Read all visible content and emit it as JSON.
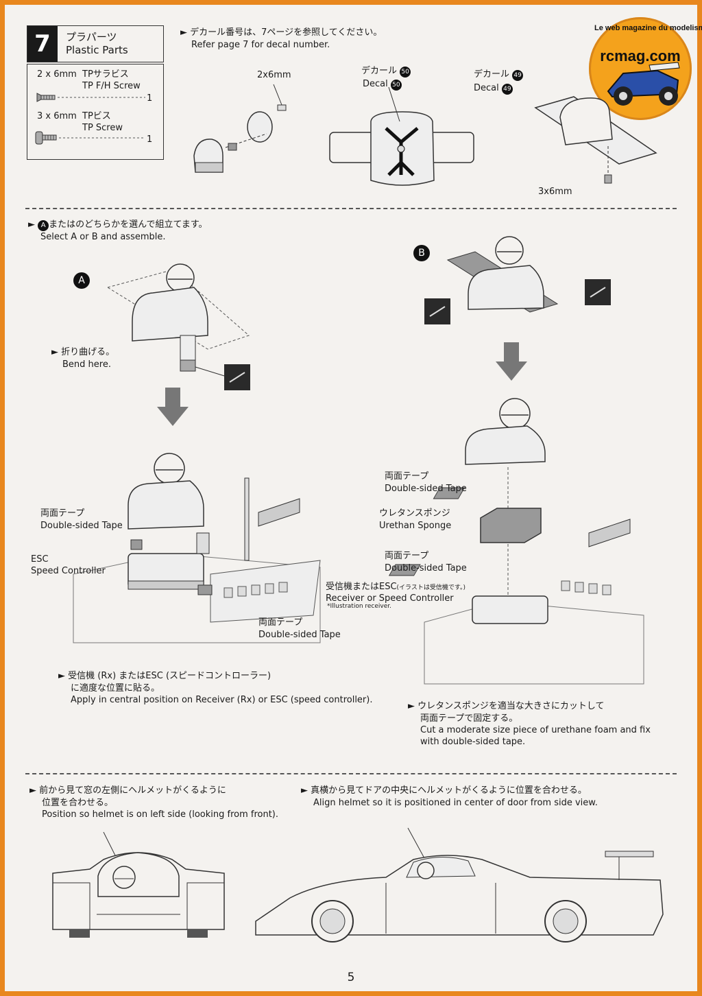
{
  "step": {
    "number": "7",
    "title_jp": "プラパーツ",
    "title_en": "Plastic Parts"
  },
  "screws": [
    {
      "size": "2 x 6mm",
      "name_jp": "TPサラビス",
      "name_en": "TP F/H Screw",
      "qty": "1"
    },
    {
      "size": "3 x 6mm",
      "name_jp": "TPビス",
      "name_en": "TP Screw",
      "qty": "1"
    }
  ],
  "decal_note": {
    "jp": "デカール番号は、7ページを参照してください。",
    "en": "Refer page 7 for decal number."
  },
  "labels": {
    "screw_2x6": "2x6mm",
    "screw_3x6": "3x6mm",
    "decal50_jp": "デカール",
    "decal50_en": "Decal",
    "decal50_num": "50",
    "decal49_jp": "デカール",
    "decal49_en": "Decal",
    "decal49_num": "49"
  },
  "select": {
    "jp": "またはのどちらかを選んで組立てます。",
    "en": "Select A or B and assemble.",
    "a": "A",
    "b": "B"
  },
  "bend": {
    "jp": "折り曲げる。",
    "en": "Bend here."
  },
  "tape_jp": "両面テープ",
  "tape_en": "Double-sided Tape",
  "esc": {
    "line1": "ESC",
    "line2": "Speed Controller"
  },
  "sponge": {
    "jp": "ウレタンスポンジ",
    "en": "Urethan Sponge"
  },
  "receiver": {
    "jp": "受信機またはESC",
    "jp_small": "(イラストは受信機です。)",
    "en": "Receiver or Speed Controller",
    "en_small": "*Illustration receiver."
  },
  "apply_note": {
    "jp1": "受信機 (Rx) またはESC (スピードコントローラー)",
    "jp2": "に適度な位置に貼る。",
    "en": "Apply in central position on Receiver (Rx) or ESC (speed controller)."
  },
  "cut_note": {
    "jp1": "ウレタンスポンジを適当な大きさにカットして",
    "jp2": "両面テープで固定する。",
    "en1": "Cut a moderate size piece of urethane foam and fix",
    "en2": "with double-sided tape."
  },
  "front_note": {
    "jp1": "前から見て窓の左側にヘルメットがくるように",
    "jp2": "位置を合わせる。",
    "en": "Position so helmet is on left side (looking from front)."
  },
  "side_note": {
    "jp": "真横から見てドアの中央にヘルメットがくるように位置を合わせる。",
    "en": "Align helmet so it is positioned in center of door from side view."
  },
  "logo": {
    "text": "rcmag.com",
    "arc": "Le web magazine du modelisme"
  },
  "page_number": "5",
  "colors": {
    "frame": "#e8871e",
    "logo": "#f4a21c",
    "ink": "#1a1a1a"
  }
}
